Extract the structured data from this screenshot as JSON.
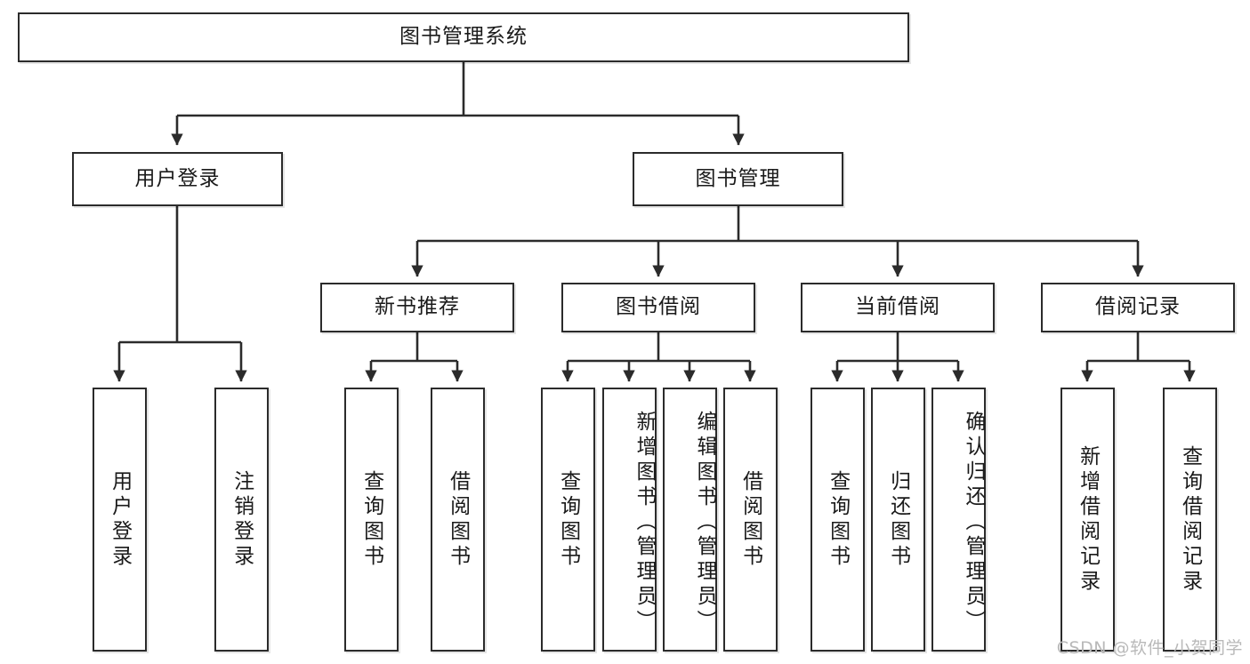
{
  "diagram": {
    "title": "图书管理系统",
    "type": "tree-hierarchy-chart",
    "watermark": "CSDN @软件_小贺同学",
    "colors": {
      "stroke": "#2b2b2b",
      "fill": "#ffffff",
      "text": "#1a1a1a",
      "watermark": "#b9b9b9"
    },
    "levels": {
      "root": "图书管理系统",
      "level2": [
        "用户登录",
        "图书管理"
      ],
      "level3": [
        "新书推荐",
        "图书借阅",
        "当前借阅",
        "借阅记录"
      ],
      "level4": [
        "用户登录",
        "注销登录",
        "查询图书",
        "借阅图书",
        "查询图书",
        "新增图书（管理员）",
        "编辑图书（管理员）",
        "借阅图书",
        "查询图书",
        "归还图书",
        "确认归还（管理员）",
        "新增借阅记录",
        "查询借阅记录"
      ]
    }
  },
  "nodes": {
    "root": {
      "label": "图书管理系统"
    },
    "user_login": {
      "label": "用户登录"
    },
    "book_manage": {
      "label": "图书管理"
    },
    "new_book_rec": {
      "label": "新书推荐"
    },
    "book_borrow": {
      "label": "图书借阅"
    },
    "current_borrow": {
      "label": "当前借阅"
    },
    "borrow_record": {
      "label": "借阅记录"
    },
    "leaf_user_login": {
      "label": "用户登录"
    },
    "leaf_logout": {
      "label": "注销登录"
    },
    "leaf_query_book_1": {
      "label": "查询图书"
    },
    "leaf_borrow_book_1": {
      "label": "借阅图书"
    },
    "leaf_query_book_2": {
      "label": "查询图书"
    },
    "leaf_add_book": {
      "label": "新增图书（管理员）"
    },
    "leaf_edit_book": {
      "label": "编辑图书（管理员）"
    },
    "leaf_borrow_book_2": {
      "label": "借阅图书"
    },
    "leaf_query_book_3": {
      "label": "查询图书"
    },
    "leaf_return_book": {
      "label": "归还图书"
    },
    "leaf_confirm_return": {
      "label": "确认归还（管理员）"
    },
    "leaf_add_record": {
      "label": "新增借阅记录"
    },
    "leaf_query_record": {
      "label": "查询借阅记录"
    }
  }
}
